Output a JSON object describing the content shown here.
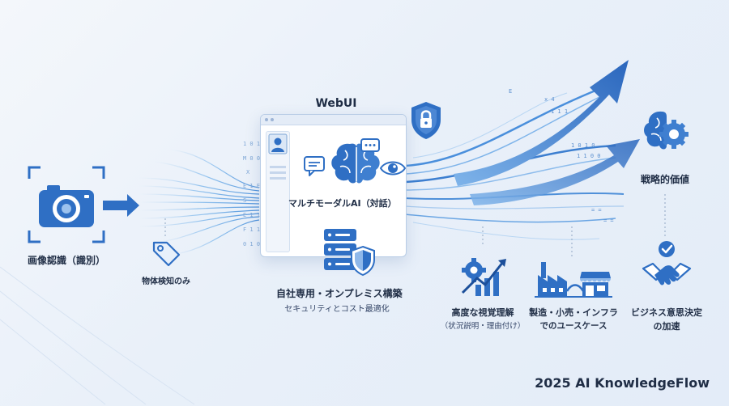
{
  "nodes": {
    "image_recognition": "画像認識（識別）",
    "object_detection": "物体検知のみ",
    "webui_title": "WebUI",
    "multimodal": "マルチモーダルAI（対話）",
    "onprem_title": "自社専用・オンプレミス構築",
    "onprem_sub": "セキュリティとコスト最適化",
    "strategic_value": "戦略的価値",
    "visual_understanding_title": "高度な視覚理解",
    "visual_understanding_sub": "（状況説明・理由付け）",
    "industry_title": "製造・小売・インフラ",
    "industry_sub": "でのユースケース",
    "decision_title": "ビジネス意思決定",
    "decision_sub": "の加速"
  },
  "footer": {
    "brand": "2025 AI KnowledgeFlow"
  },
  "colors": {
    "primary": "#2f6fc4",
    "dark": "#1c4f9a",
    "light": "#9cc2ee",
    "text": "#1f2d45"
  },
  "icons": [
    "camera-icon",
    "tag-icon",
    "user-icon",
    "chat-bubble-icon",
    "brain-icon",
    "eye-icon",
    "shield-lock-icon",
    "server-icon",
    "shield-icon",
    "brain-gear-icon",
    "gear-chart-icon",
    "factory-store-icon",
    "handshake-icon"
  ]
}
